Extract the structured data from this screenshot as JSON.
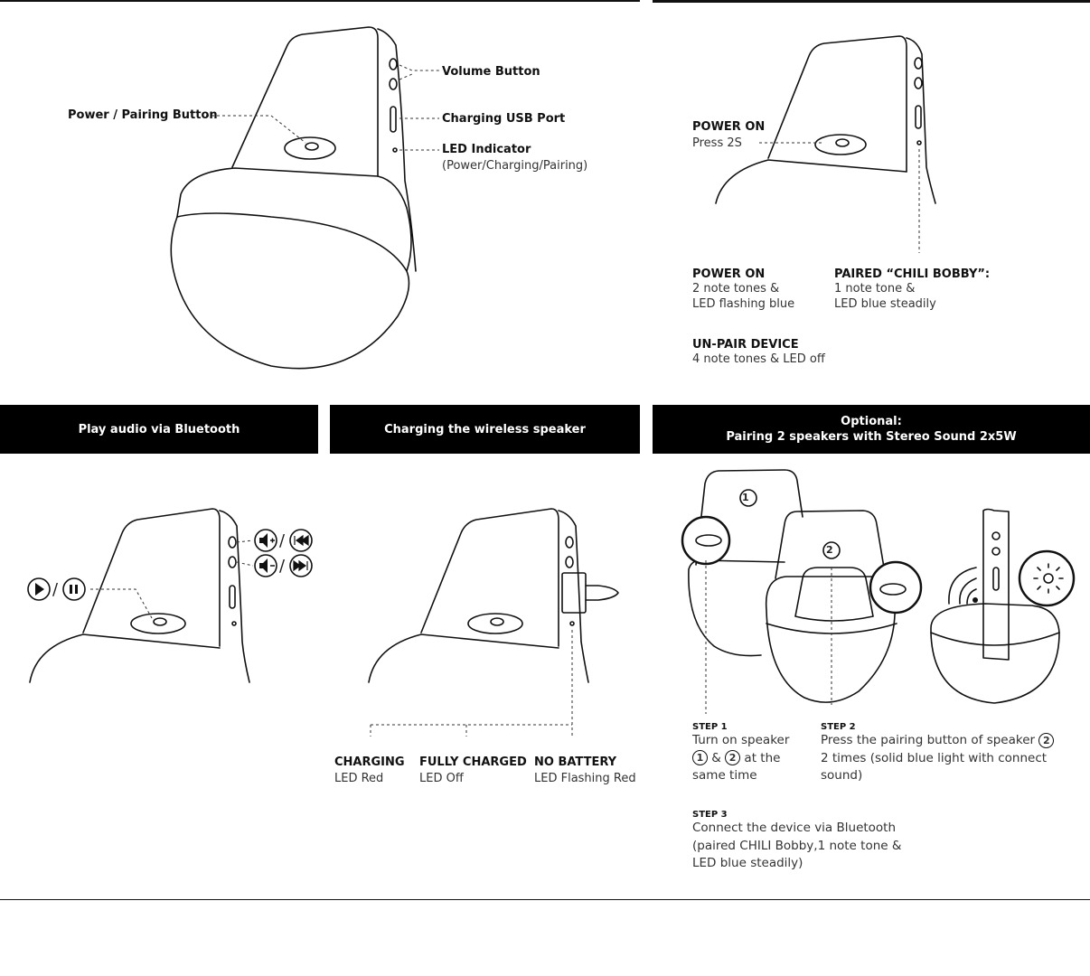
{
  "top_left": {
    "labels": {
      "volume": "Volume Button",
      "power_pairing": "Power / Pairing Button",
      "usb": "Charging USB Port",
      "led": "LED Indicator",
      "led_sub": "(Power/Charging/Pairing)"
    }
  },
  "top_right": {
    "power_on_press": {
      "title": "POWER ON",
      "text": "Press 2S"
    },
    "power_on": {
      "title": "POWER ON",
      "line1": "2 note tones &",
      "line2": "LED flashing blue"
    },
    "paired": {
      "title": "PAIRED “CHILI BOBBY”:",
      "line1": "1 note tone &",
      "line2": "LED blue steadily"
    },
    "unpair": {
      "title": "UN-PAIR DEVICE",
      "text": "4 note tones & LED off"
    }
  },
  "sections": {
    "play": "Play audio via Bluetooth",
    "charging": "Charging the wireless speaker",
    "optional_title": "Optional:",
    "optional_sub": "Pairing 2 speakers with Stereo Sound 2x5W"
  },
  "play_icons": {
    "play_pause": "/",
    "vol_up_prev": "/",
    "vol_down_next": "/"
  },
  "charging_states": [
    {
      "title": "CHARGING",
      "text": "LED Red"
    },
    {
      "title": "FULLY CHARGED",
      "text": "LED Off"
    },
    {
      "title": "NO BATTERY",
      "text": "LED Flashing Red"
    }
  ],
  "pairing": {
    "speaker1": "1",
    "speaker2": "2",
    "step1": {
      "title": "STEP 1",
      "line1": "Turn on speaker",
      "n1": "1",
      "amp": "&",
      "n2": "2",
      "line2b": "at the",
      "line3": "same time"
    },
    "step2": {
      "title": "STEP 2",
      "line1": "Press the pairing button of speaker",
      "n": "2",
      "line2": "2 times (solid blue light with connect sound)"
    },
    "step3": {
      "title": "STEP 3",
      "line1": "Connect the device via Bluetooth",
      "line2": "(paired CHILI Bobby,1 note tone &",
      "line3": "LED blue steadily)"
    }
  }
}
